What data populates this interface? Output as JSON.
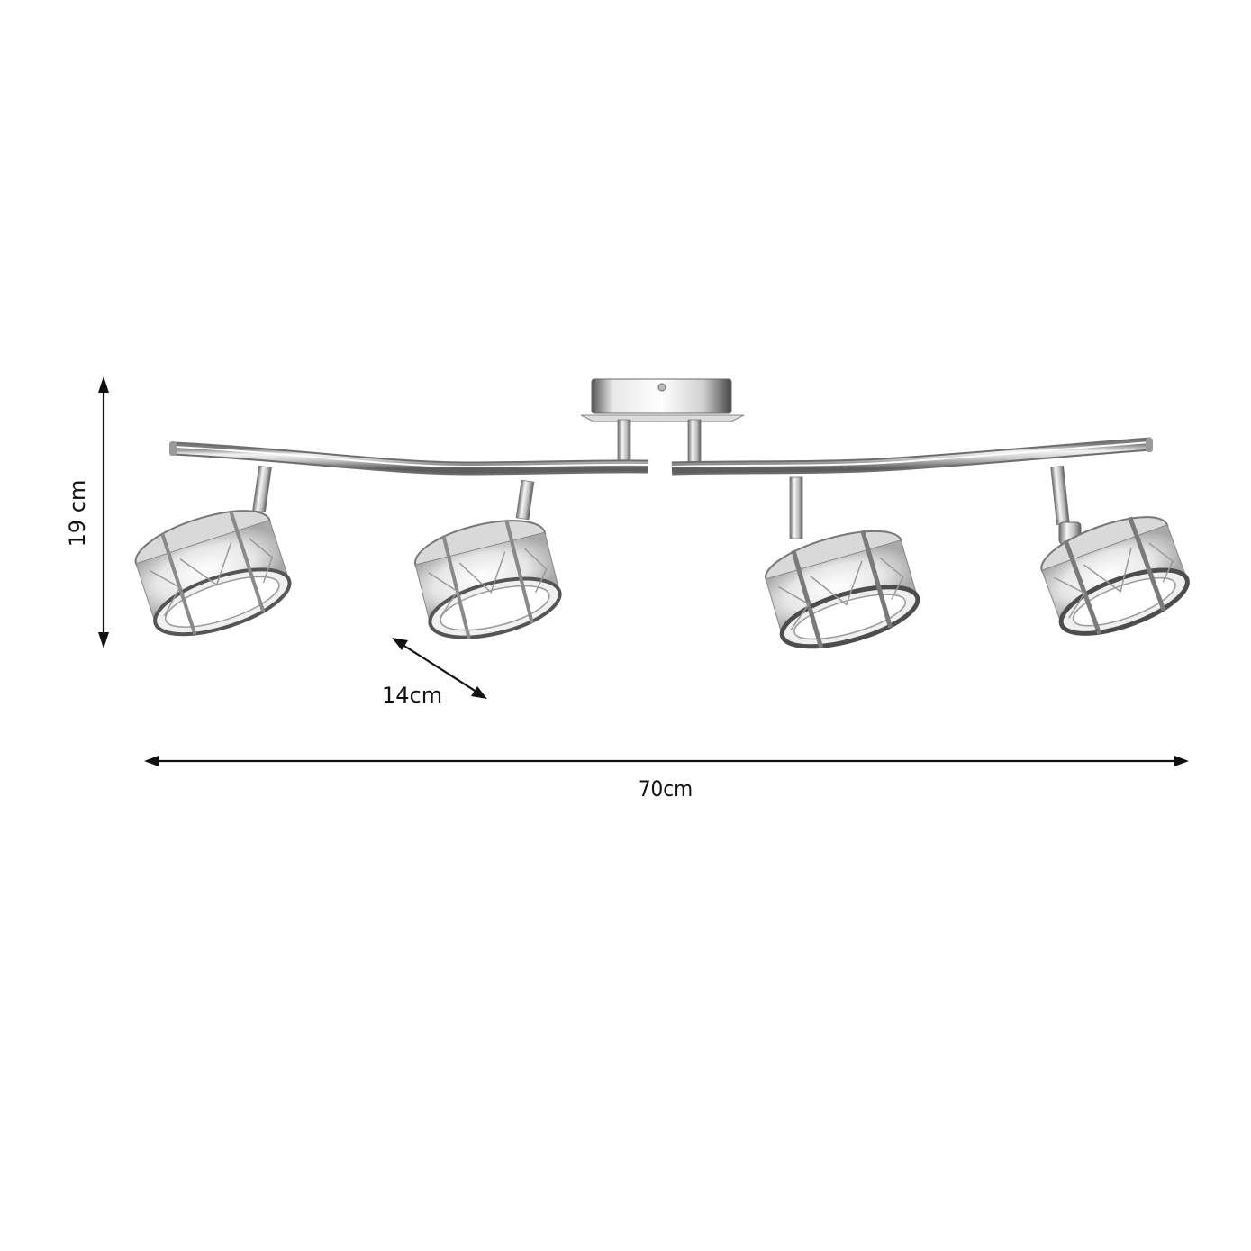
{
  "diagram": {
    "type": "product-dimension-drawing",
    "subject": "4-light crystal spotlight ceiling bar",
    "light_count": 4,
    "colors": {
      "background": "#ffffff",
      "dimension_lines": "#111111",
      "chrome_light": "#f2f2f2",
      "chrome_mid": "#bdbdbd",
      "chrome_dark": "#6e6e6e"
    },
    "dimensions": {
      "height": {
        "label": "19 cm",
        "orientation": "vertical"
      },
      "depth": {
        "label": "14cm",
        "orientation": "diagonal"
      },
      "width": {
        "label": "70cm",
        "orientation": "horizontal"
      }
    }
  }
}
